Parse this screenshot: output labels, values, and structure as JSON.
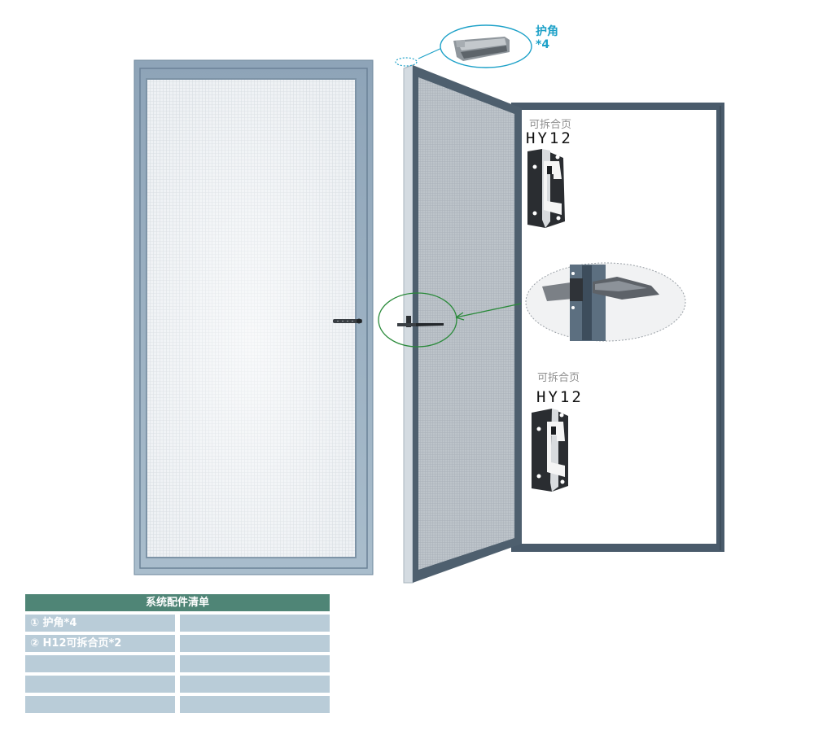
{
  "callout_top": {
    "name": "护角",
    "qty": "*4"
  },
  "hinge_top": {
    "label": "可拆合页",
    "model": "HY12"
  },
  "hinge_bottom": {
    "label": "可拆合页",
    "model": "HY12"
  },
  "parts_table": {
    "title": "系统配件清单",
    "rows": [
      [
        "① 护角*4",
        ""
      ],
      [
        "② H12可拆合页*2",
        ""
      ],
      [
        "",
        ""
      ],
      [
        "",
        ""
      ],
      [
        "",
        ""
      ]
    ]
  },
  "colors": {
    "frame": "#7d96ab",
    "frame_dark": "#3d4d5c",
    "mesh": "#e9edf0",
    "callout_green": "#2a8a3a",
    "callout_blue": "#1da1c8",
    "table_header": "#4f8576",
    "table_cell": "#b9ccd8"
  }
}
